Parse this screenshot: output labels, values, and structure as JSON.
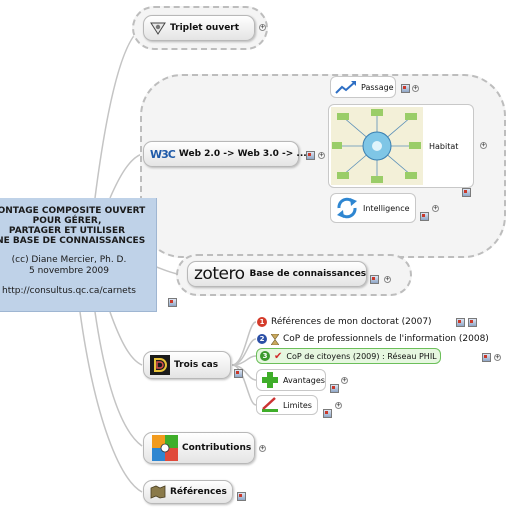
{
  "central": {
    "line1": "MONTAGE COMPOSITE OUVERT",
    "line2": "POUR GÉRER,",
    "line3": "PARTAGER ET UTILISER",
    "line4": "UNE BASE DE CONNAISSANCES",
    "author": "(cc) Diane Mercier, Ph. D.",
    "date": "5 novembre 2009",
    "url": "http://consultus.qc.ca/carnets"
  },
  "branches": {
    "triplet": "Triplet ouvert",
    "web": "Web 2.0 -> Web 3.0 -> ...",
    "passage": "Passage",
    "habitat": "Habitat",
    "intelligence": "Intelligence",
    "zotero_logo": "zotero",
    "zotero_label": "Base de connaissances",
    "trois_cas": "Trois cas",
    "cas1": "Références de mon doctorat (2007)",
    "cas2": "CoP de professionnels de l'information (2008)",
    "cas3": "CoP de citoyens (2009) : Réseau PHIL",
    "cas1_num": "1",
    "cas2_num": "2",
    "cas3_num": "3",
    "avantages": "Avantages",
    "limites": "Limites",
    "contributions": "Contributions",
    "references": "Références"
  },
  "colors": {
    "central_bg": "#bfd2e8",
    "link": "#c4c4c4",
    "highlight_bg": "#e6f7e0",
    "num1": "#d43b2a",
    "num2": "#2b4fa6",
    "num3": "#3c9a2e"
  },
  "icons": [
    "triangle-logo-icon",
    "w3c-logo-icon",
    "trend-arrow-icon",
    "habitat-diagram-icon",
    "refresh-icon",
    "zotero-logo",
    "rainbow-d-icon",
    "plus-icon",
    "ruler-pencil-icon",
    "puzzle-icon",
    "map-icon",
    "checkmark-icon",
    "hourglass-icon",
    "note-tool-icon",
    "expand-icon"
  ]
}
